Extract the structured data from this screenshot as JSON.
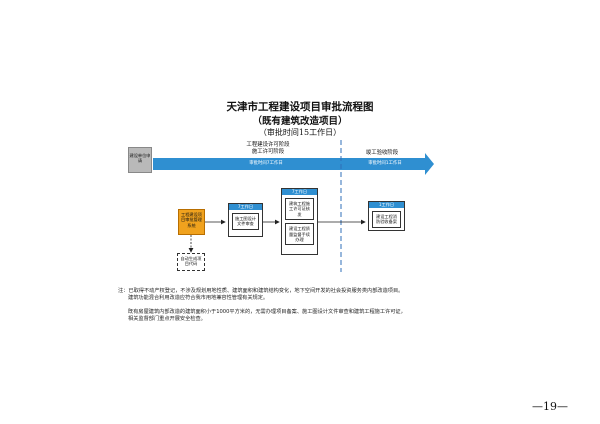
{
  "title": "天津市工程建设项目审批流程图",
  "subtitle": "（既有建筑改造项目）",
  "time_note": "（审批时间15工作日）",
  "start_box": "建设单位申请",
  "phase1": {
    "title": "工程建设许可阶段",
    "subtitle": "施工许可阶段",
    "duration": "审批时间7工作日"
  },
  "phase2": {
    "title": "竣工验收阶段",
    "duration": "审批时间1工作日"
  },
  "step_mgmt": "工程建设项目审批管理系统",
  "step_auto": "自动生成项目代码",
  "step_a": {
    "header": "7工作日",
    "body": "施工图设计文件审查"
  },
  "step_b": {
    "header": "7工作日",
    "body1": "建筑工程施工许可证核发",
    "body2": "建设工程质量监督手续办理"
  },
  "step_c": {
    "header": "1工作日",
    "body": "建设工程消防验收备案"
  },
  "notes": {
    "line1": "注：已取得不动产权登记，不涉及规划用地性质、建筑面积和建筑结构变化，地下空间开发的社会投资服务类内部改造项目。",
    "line2": "建筑功能混合利用改造应符合我市用地兼容性管理有关规定。",
    "line3": "既有房屋建筑内部改造的建筑面积小于1000平方米的，无需办理项目备案、施工图设计文件审查和建筑工程施工许可证，",
    "line4": "相关监督部门重点开展安全检查。"
  },
  "page_number": "—19—",
  "colors": {
    "accent": "#2f8fd1",
    "orange": "#f0a21e",
    "gray_box": "#b9b9b9"
  }
}
